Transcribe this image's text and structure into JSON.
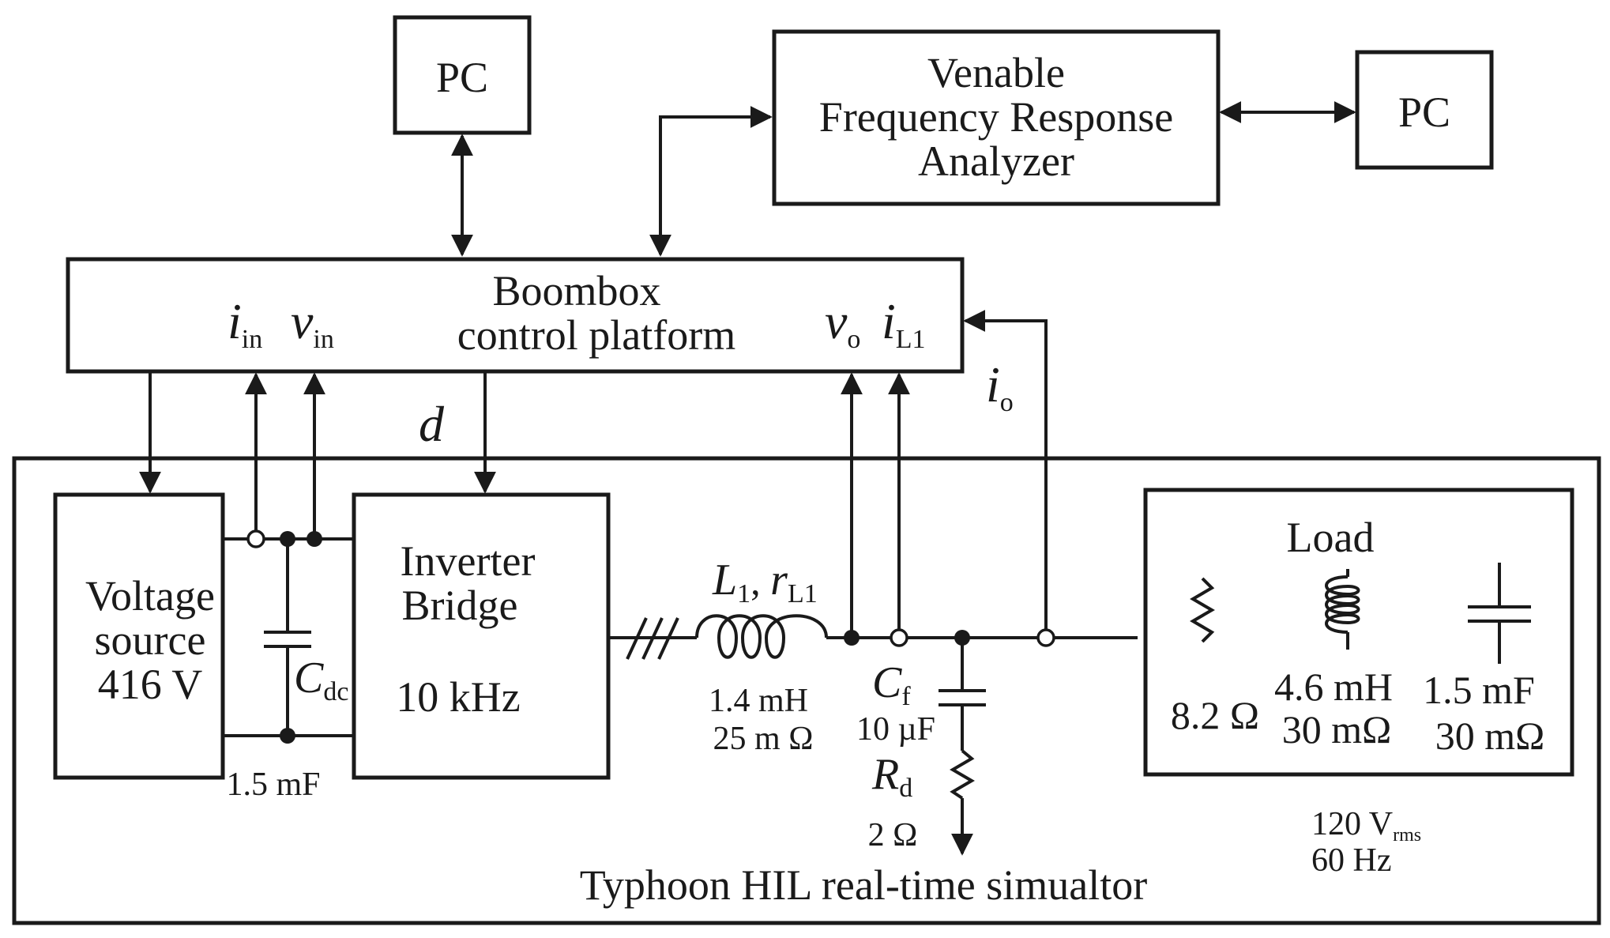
{
  "boxes": {
    "pc_left": "PC",
    "pc_right": "PC",
    "venable_line1": "Venable",
    "venable_line2": "Frequency Response",
    "venable_line3": "Analyzer",
    "boombox_line1": "Boombox",
    "boombox_line2": "control platform",
    "voltage_line1": "Voltage",
    "voltage_line2": "source",
    "voltage_line3": "416 V",
    "inverter_line1": "Inverter",
    "inverter_line2": "Bridge",
    "inverter_line3": "10 kHz",
    "load_title": "Load",
    "simulator_title": "Typhoon HIL real-time simualtor"
  },
  "signals": {
    "i_in_main": "i",
    "i_in_sub": "in",
    "v_in_main": "v",
    "v_in_sub": "in",
    "v_o_main": "v",
    "v_o_sub": "o",
    "i_L1_main": "i",
    "i_L1_sub": "L1",
    "i_o_main": "i",
    "i_o_sub": "o",
    "d": "d"
  },
  "components": {
    "cdc_main": "C",
    "cdc_sub": "dc",
    "cdc_value": "1.5 mF",
    "l1_main": "L",
    "l1_sub": "1",
    "l1_sep": ", ",
    "rl1_main": "r",
    "rl1_sub": "L1",
    "l1_value1": "1.4 mH",
    "l1_value2": "25 m Ω",
    "cf_main": "C",
    "cf_sub": "f",
    "cf_value": "10 µF",
    "rd_main": "R",
    "rd_sub": "d",
    "rd_value": "2 Ω",
    "load_r_value": "8.2 Ω",
    "load_l_value1": "4.6 mH",
    "load_l_value2": "30 mΩ",
    "load_c_value1": "1.5 mF",
    "load_c_value2": "30 mΩ",
    "output_v_main": "120 V",
    "output_v_sub": "rms",
    "output_f": "60 Hz"
  }
}
